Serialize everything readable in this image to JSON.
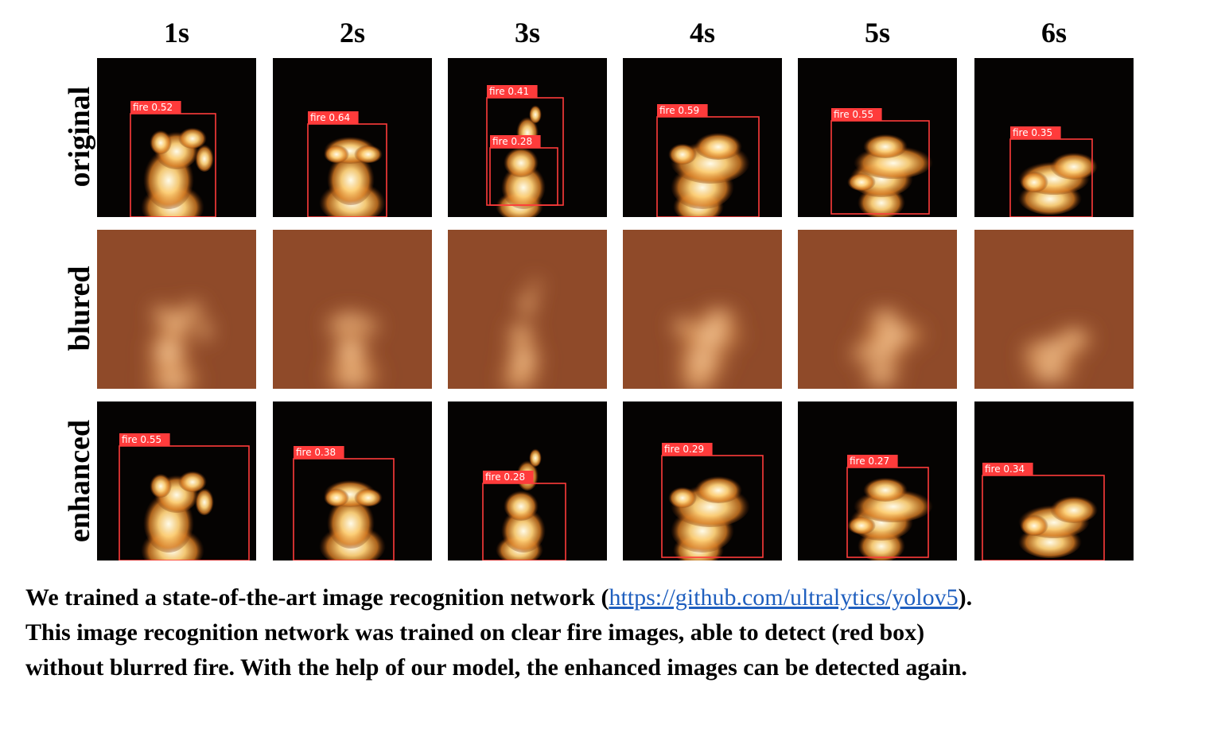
{
  "time_labels": [
    "1s",
    "2s",
    "3s",
    "4s",
    "5s",
    "6s"
  ],
  "row_labels": [
    "original",
    "blured",
    "enhanced"
  ],
  "detection_class": "fire",
  "detections": {
    "original": [
      [
        "0.52"
      ],
      [
        "0.64"
      ],
      [
        "0.41",
        "0.28"
      ],
      [
        "0.59"
      ],
      [
        "0.55"
      ],
      [
        "0.35"
      ]
    ],
    "blured": [
      [],
      [],
      [],
      [],
      [],
      []
    ],
    "enhanced": [
      [
        "0.55"
      ],
      [
        "0.38"
      ],
      [
        "0.28"
      ],
      [
        "0.29"
      ],
      [
        "0.27"
      ],
      [
        "0.34"
      ]
    ]
  },
  "caption": {
    "line1_before": "We trained a state-of-the-art image recognition network (",
    "link": "https://github.com/ultralytics/yolov5",
    "line1_after": ").",
    "line2": " This image recognition network was trained on clear fire images, able to detect (red box)",
    "line3": "without blurred fire. With the help of our model, the enhanced images can be detected again."
  },
  "colors": {
    "background_dark": "#050302",
    "blur_background": "#8f4a29",
    "box_red": "#ff3b3b",
    "label_text": "#ffffff",
    "link": "#1f5fbf"
  }
}
